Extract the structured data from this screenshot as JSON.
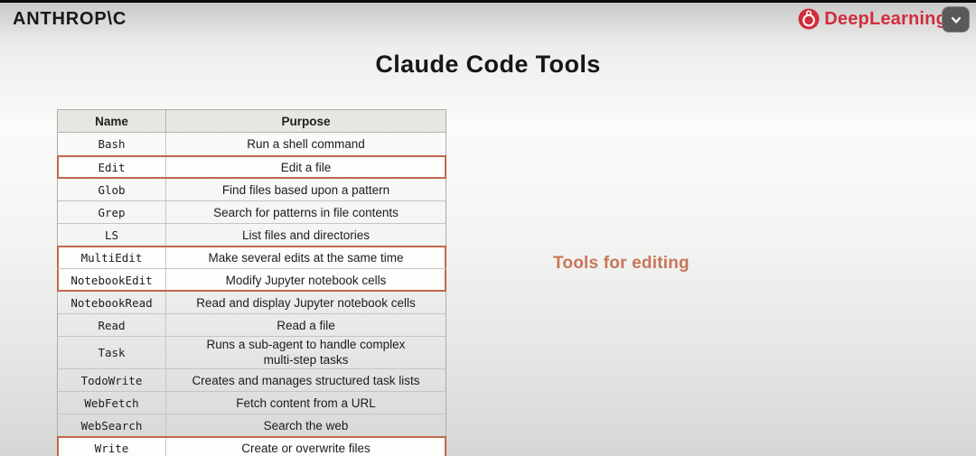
{
  "topbar": {
    "brand_left": "ANTHROP\\C",
    "brand_right": "DeepLearning",
    "dropdown_icon": "chevron-down"
  },
  "slide": {
    "title": "Claude Code Tools",
    "annotation": "Tools for editing"
  },
  "colors": {
    "brand_red": "#d22d3d",
    "annotation_text": "#c8765a",
    "highlight_border": "#c1674b"
  },
  "table": {
    "columns": [
      "Name",
      "Purpose"
    ],
    "rows": [
      {
        "name": "Bash",
        "purpose": "Run a shell command",
        "highlight": null
      },
      {
        "name": "Edit",
        "purpose": "Edit a file",
        "highlight": "solo"
      },
      {
        "name": "Glob",
        "purpose": "Find files based upon a pattern",
        "highlight": null
      },
      {
        "name": "Grep",
        "purpose": "Search for patterns in file contents",
        "highlight": null
      },
      {
        "name": "LS",
        "purpose": "List files and directories",
        "highlight": null
      },
      {
        "name": "MultiEdit",
        "purpose": "Make several edits at the same time",
        "highlight": "start"
      },
      {
        "name": "NotebookEdit",
        "purpose": "Modify Jupyter notebook cells",
        "highlight": "end"
      },
      {
        "name": "NotebookRead",
        "purpose": "Read and display Jupyter notebook cells",
        "highlight": null
      },
      {
        "name": "Read",
        "purpose": "Read a file",
        "highlight": null
      },
      {
        "name": "Task",
        "purpose": "Runs a sub-agent to handle complex multi-step tasks",
        "highlight": null,
        "wrap": true
      },
      {
        "name": "TodoWrite",
        "purpose": "Creates and manages structured task lists",
        "highlight": null
      },
      {
        "name": "WebFetch",
        "purpose": "Fetch content from a URL",
        "highlight": null
      },
      {
        "name": "WebSearch",
        "purpose": "Search the web",
        "highlight": null
      },
      {
        "name": "Write",
        "purpose": "Create or overwrite files",
        "highlight": "solo"
      }
    ]
  }
}
